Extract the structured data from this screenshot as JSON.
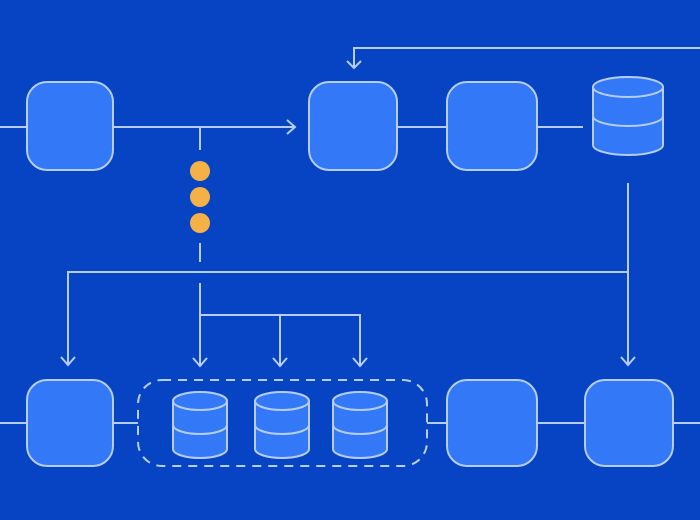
{
  "colors": {
    "background": "#0744c4",
    "node_fill": "#3378f6",
    "stroke": "#b6cdfa",
    "dot": "#f5b046"
  },
  "diagram": {
    "nodes": [
      {
        "id": "top-left",
        "kind": "box"
      },
      {
        "id": "top-middle-1",
        "kind": "box"
      },
      {
        "id": "top-middle-2",
        "kind": "box"
      },
      {
        "id": "top-right-database",
        "kind": "database"
      },
      {
        "id": "bottom-left",
        "kind": "box"
      },
      {
        "id": "bottom-db-1",
        "kind": "database",
        "group": "replica-group"
      },
      {
        "id": "bottom-db-2",
        "kind": "database",
        "group": "replica-group"
      },
      {
        "id": "bottom-db-3",
        "kind": "database",
        "group": "replica-group"
      },
      {
        "id": "bottom-middle",
        "kind": "box"
      },
      {
        "id": "bottom-right",
        "kind": "box"
      }
    ],
    "indicator": {
      "kind": "dots",
      "count": 3
    }
  }
}
